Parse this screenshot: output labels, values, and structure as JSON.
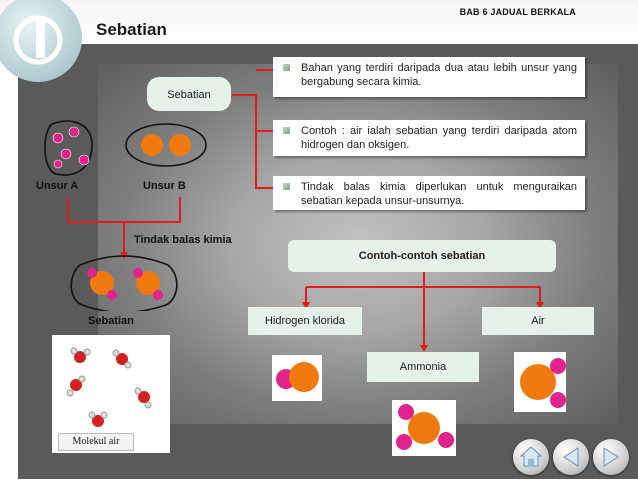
{
  "header": {
    "chapter": "BAB 6 JADUAL BERKALA",
    "title": "Sebatian"
  },
  "concept": {
    "label": "Sebatian",
    "descriptions": [
      "Bahan yang terdiri daripada dua atau lebih unsur yang bergabung secara kimia.",
      "Contoh : air ialah sebatian yang terdiri daripada atom hidrogen dan oksigen.",
      "Tindak balas kimia diperlukan untuk menguraikan sebatian kepada unsur-unsurnya."
    ]
  },
  "diagram": {
    "element_a": "Unsur A",
    "element_b": "Unsur B",
    "reaction": "Tindak balas kimia",
    "compound": "Sebatian",
    "water_caption": "Molekul air"
  },
  "examples": {
    "title": "Contoh-contoh sebatian",
    "items": [
      "Hidrogen klorida",
      "Ammonia",
      "Air"
    ]
  },
  "colors": {
    "link_red": "#e41b1b",
    "label_bg": "#e4f2e9",
    "atom_orange": "#f07a10",
    "atom_magenta": "#e0248c"
  },
  "nav": {
    "icons": [
      "home-icon",
      "previous-icon",
      "next-icon"
    ]
  }
}
